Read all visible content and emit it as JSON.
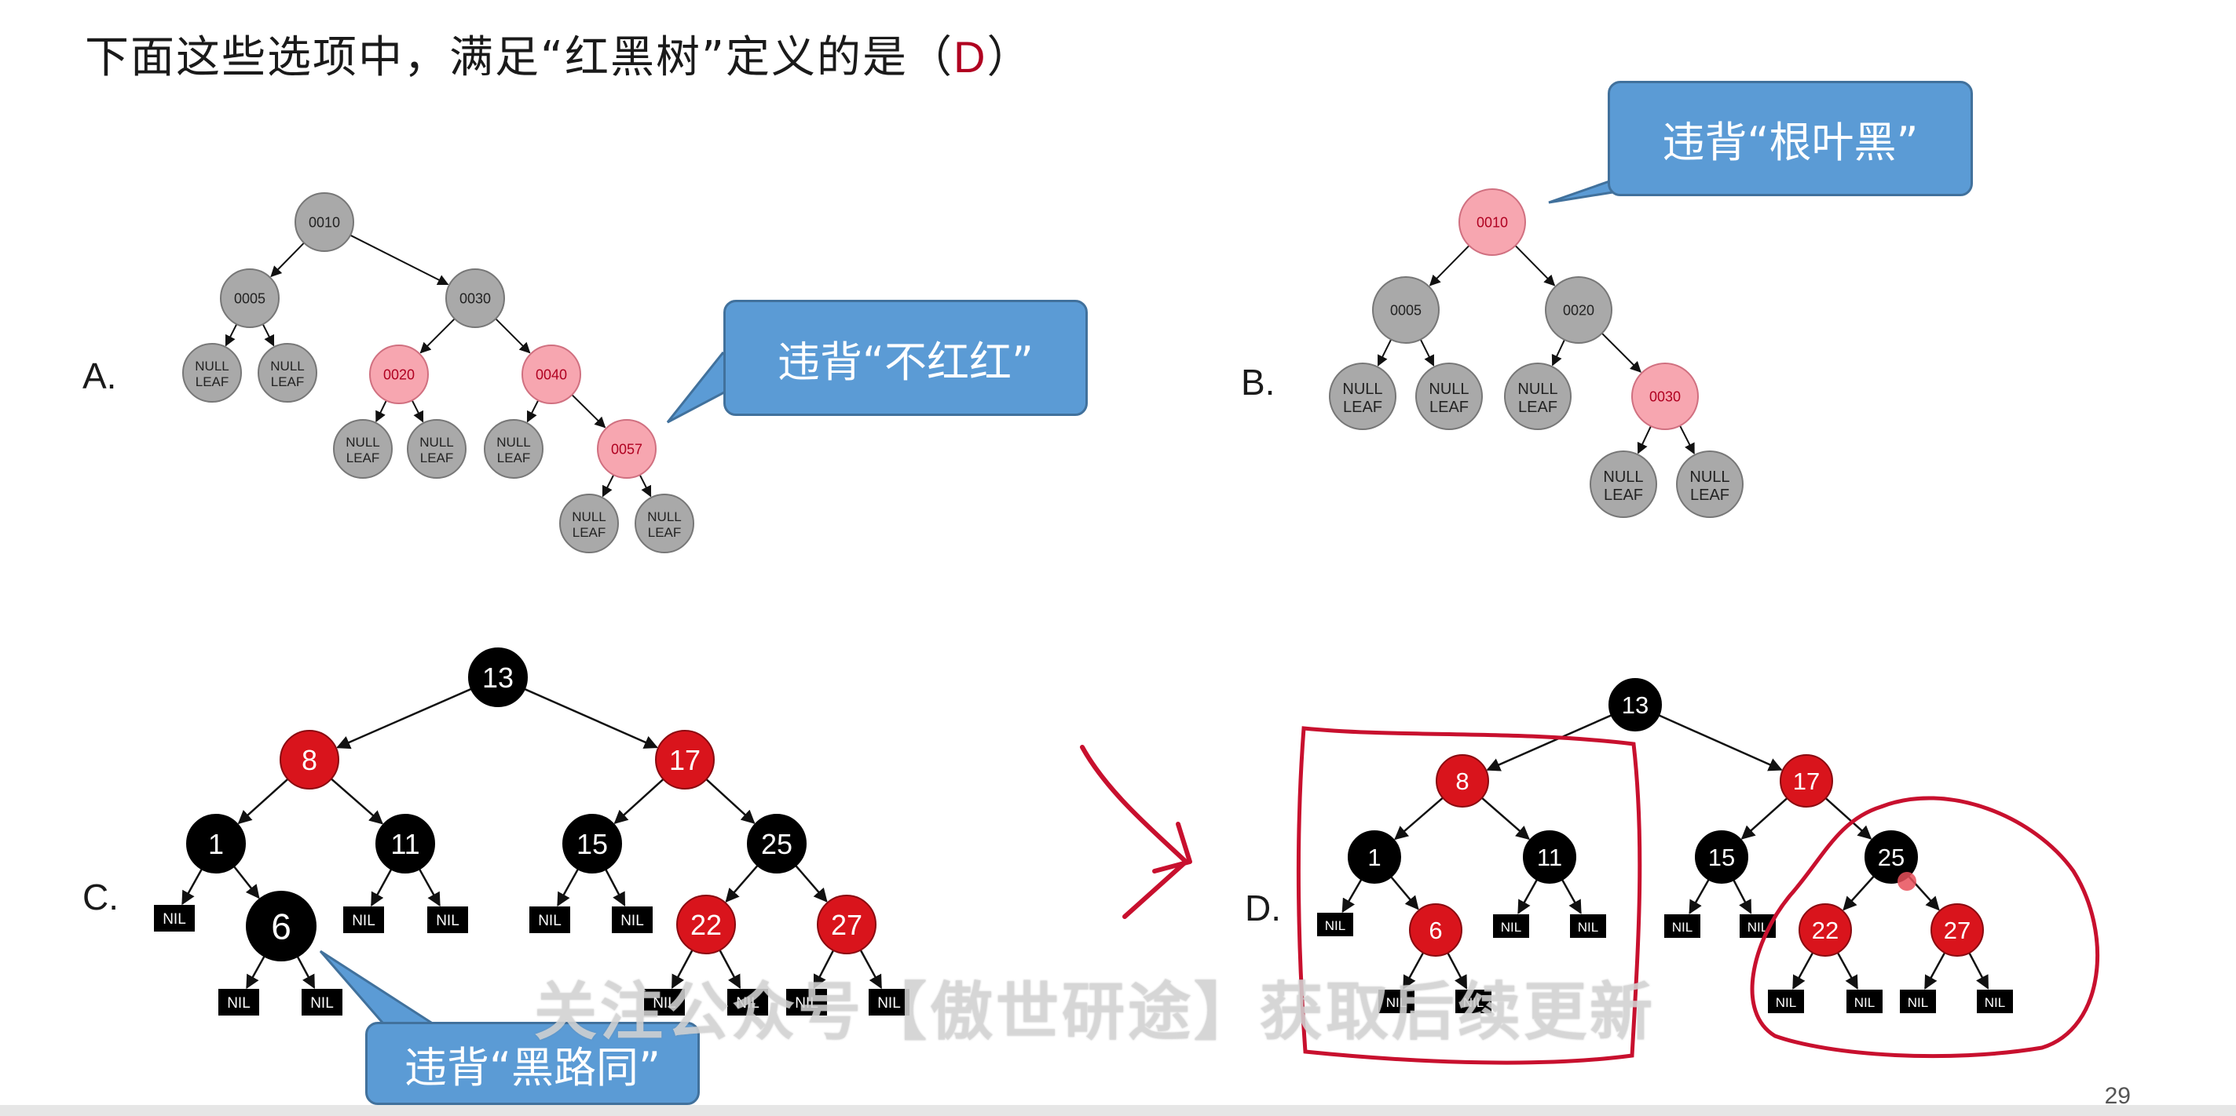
{
  "question": {
    "prefix": "下面这些选项中，满足“红黑树”定义的是（",
    "answer": "D",
    "suffix": "）"
  },
  "options": {
    "a_label": "A.",
    "b_label": "B.",
    "c_label": "C.",
    "d_label": "D."
  },
  "callouts": {
    "a": "违背“不红红”",
    "b": "违背“根叶黑”",
    "c": "违背“黑路同”"
  },
  "tree_a": {
    "nodes": [
      {
        "id": "a_n0010",
        "text": "0010",
        "color": "grey"
      },
      {
        "id": "a_n0005",
        "text": "0005",
        "color": "grey"
      },
      {
        "id": "a_n0030",
        "text": "0030",
        "color": "grey"
      },
      {
        "id": "a_l1",
        "text": "NULL LEAF",
        "color": "grey"
      },
      {
        "id": "a_l2",
        "text": "NULL LEAF",
        "color": "grey"
      },
      {
        "id": "a_n0020",
        "text": "0020",
        "color": "pink"
      },
      {
        "id": "a_n0040",
        "text": "0040",
        "color": "pink"
      },
      {
        "id": "a_l3",
        "text": "NULL LEAF",
        "color": "grey"
      },
      {
        "id": "a_l4",
        "text": "NULL LEAF",
        "color": "grey"
      },
      {
        "id": "a_l5",
        "text": "NULL LEAF",
        "color": "grey"
      },
      {
        "id": "a_n0057",
        "text": "0057",
        "color": "pink"
      },
      {
        "id": "a_l6",
        "text": "NULL LEAF",
        "color": "grey"
      },
      {
        "id": "a_l7",
        "text": "NULL LEAF",
        "color": "grey"
      }
    ],
    "edges": [
      [
        "a_n0010",
        "a_n0005"
      ],
      [
        "a_n0010",
        "a_n0030"
      ],
      [
        "a_n0005",
        "a_l1"
      ],
      [
        "a_n0005",
        "a_l2"
      ],
      [
        "a_n0030",
        "a_n0020"
      ],
      [
        "a_n0030",
        "a_n0040"
      ],
      [
        "a_n0020",
        "a_l3"
      ],
      [
        "a_n0020",
        "a_l4"
      ],
      [
        "a_n0040",
        "a_l5"
      ],
      [
        "a_n0040",
        "a_n0057"
      ],
      [
        "a_n0057",
        "a_l6"
      ],
      [
        "a_n0057",
        "a_l7"
      ]
    ]
  },
  "tree_b": {
    "nodes": [
      {
        "id": "b_n0010",
        "text": "0010",
        "color": "pink"
      },
      {
        "id": "b_n0005",
        "text": "0005",
        "color": "grey"
      },
      {
        "id": "b_n0020",
        "text": "0020",
        "color": "grey"
      },
      {
        "id": "b_l1",
        "text": "NULL LEAF",
        "color": "grey"
      },
      {
        "id": "b_l2",
        "text": "NULL LEAF",
        "color": "grey"
      },
      {
        "id": "b_l3",
        "text": "NULL LEAF",
        "color": "grey"
      },
      {
        "id": "b_n0030",
        "text": "0030",
        "color": "pink"
      },
      {
        "id": "b_l4",
        "text": "NULL LEAF",
        "color": "grey"
      },
      {
        "id": "b_l5",
        "text": "NULL LEAF",
        "color": "grey"
      }
    ],
    "edges": [
      [
        "b_n0010",
        "b_n0005"
      ],
      [
        "b_n0010",
        "b_n0020"
      ],
      [
        "b_n0005",
        "b_l1"
      ],
      [
        "b_n0005",
        "b_l2"
      ],
      [
        "b_n0020",
        "b_l3"
      ],
      [
        "b_n0020",
        "b_n0030"
      ],
      [
        "b_n0030",
        "b_l4"
      ],
      [
        "b_n0030",
        "b_l5"
      ]
    ]
  },
  "tree_c": {
    "nodes": [
      {
        "id": "c_13",
        "text": "13",
        "color": "black"
      },
      {
        "id": "c_8",
        "text": "8",
        "color": "red"
      },
      {
        "id": "c_17",
        "text": "17",
        "color": "red"
      },
      {
        "id": "c_1",
        "text": "1",
        "color": "black"
      },
      {
        "id": "c_11",
        "text": "11",
        "color": "black"
      },
      {
        "id": "c_15",
        "text": "15",
        "color": "black"
      },
      {
        "id": "c_25",
        "text": "25",
        "color": "black"
      },
      {
        "id": "c_nil1",
        "text": "NIL",
        "color": "nil"
      },
      {
        "id": "c_6",
        "text": "6",
        "color": "black"
      },
      {
        "id": "c_nil2",
        "text": "NIL",
        "color": "nil"
      },
      {
        "id": "c_nil3",
        "text": "NIL",
        "color": "nil"
      },
      {
        "id": "c_nil4",
        "text": "NIL",
        "color": "nil"
      },
      {
        "id": "c_nil5",
        "text": "NIL",
        "color": "nil"
      },
      {
        "id": "c_22",
        "text": "22",
        "color": "red"
      },
      {
        "id": "c_27",
        "text": "27",
        "color": "red"
      },
      {
        "id": "c_nil6",
        "text": "NIL",
        "color": "nil"
      },
      {
        "id": "c_nil7",
        "text": "NIL",
        "color": "nil"
      },
      {
        "id": "c_nil8",
        "text": "NIL",
        "color": "nil"
      },
      {
        "id": "c_nil9",
        "text": "NIL",
        "color": "nil"
      },
      {
        "id": "c_nil10",
        "text": "NIL",
        "color": "nil"
      },
      {
        "id": "c_nil11",
        "text": "NIL",
        "color": "nil"
      }
    ],
    "edges": [
      [
        "c_13",
        "c_8"
      ],
      [
        "c_13",
        "c_17"
      ],
      [
        "c_8",
        "c_1"
      ],
      [
        "c_8",
        "c_11"
      ],
      [
        "c_17",
        "c_15"
      ],
      [
        "c_17",
        "c_25"
      ],
      [
        "c_1",
        "c_nil1"
      ],
      [
        "c_1",
        "c_6"
      ],
      [
        "c_11",
        "c_nil2"
      ],
      [
        "c_11",
        "c_nil3"
      ],
      [
        "c_15",
        "c_nil4"
      ],
      [
        "c_15",
        "c_nil5"
      ],
      [
        "c_25",
        "c_22"
      ],
      [
        "c_25",
        "c_27"
      ],
      [
        "c_6",
        "c_nil6"
      ],
      [
        "c_6",
        "c_nil7"
      ],
      [
        "c_22",
        "c_nil8"
      ],
      [
        "c_22",
        "c_nil9"
      ],
      [
        "c_27",
        "c_nil10"
      ],
      [
        "c_27",
        "c_nil11"
      ]
    ]
  },
  "tree_d": {
    "nodes": [
      {
        "id": "d_13",
        "text": "13",
        "color": "black"
      },
      {
        "id": "d_8",
        "text": "8",
        "color": "red"
      },
      {
        "id": "d_17",
        "text": "17",
        "color": "red"
      },
      {
        "id": "d_1",
        "text": "1",
        "color": "black"
      },
      {
        "id": "d_11",
        "text": "11",
        "color": "black"
      },
      {
        "id": "d_15",
        "text": "15",
        "color": "black"
      },
      {
        "id": "d_25",
        "text": "25",
        "color": "black"
      },
      {
        "id": "d_nil1",
        "text": "NIL",
        "color": "nil"
      },
      {
        "id": "d_6",
        "text": "6",
        "color": "red"
      },
      {
        "id": "d_nil2",
        "text": "NIL",
        "color": "nil"
      },
      {
        "id": "d_nil3",
        "text": "NIL",
        "color": "nil"
      },
      {
        "id": "d_nil4",
        "text": "NIL",
        "color": "nil"
      },
      {
        "id": "d_nil5",
        "text": "NIL",
        "color": "nil"
      },
      {
        "id": "d_22",
        "text": "22",
        "color": "red"
      },
      {
        "id": "d_27",
        "text": "27",
        "color": "red"
      },
      {
        "id": "d_nil6",
        "text": "NIL",
        "color": "nil"
      },
      {
        "id": "d_nil7",
        "text": "NIL",
        "color": "nil"
      },
      {
        "id": "d_nil8",
        "text": "NIL",
        "color": "nil"
      },
      {
        "id": "d_nil9",
        "text": "NIL",
        "color": "nil"
      },
      {
        "id": "d_nil10",
        "text": "NIL",
        "color": "nil"
      },
      {
        "id": "d_nil11",
        "text": "NIL",
        "color": "nil"
      }
    ],
    "edges": [
      [
        "d_13",
        "d_8"
      ],
      [
        "d_13",
        "d_17"
      ],
      [
        "d_8",
        "d_1"
      ],
      [
        "d_8",
        "d_11"
      ],
      [
        "d_17",
        "d_15"
      ],
      [
        "d_17",
        "d_25"
      ],
      [
        "d_1",
        "d_nil1"
      ],
      [
        "d_1",
        "d_6"
      ],
      [
        "d_11",
        "d_nil2"
      ],
      [
        "d_11",
        "d_nil3"
      ],
      [
        "d_15",
        "d_nil4"
      ],
      [
        "d_15",
        "d_nil5"
      ],
      [
        "d_25",
        "d_22"
      ],
      [
        "d_25",
        "d_27"
      ],
      [
        "d_6",
        "d_nil6"
      ],
      [
        "d_6",
        "d_nil7"
      ],
      [
        "d_22",
        "d_nil8"
      ],
      [
        "d_22",
        "d_nil9"
      ],
      [
        "d_27",
        "d_nil10"
      ],
      [
        "d_27",
        "d_nil11"
      ]
    ]
  },
  "colors": {
    "grey_node": "#a9a9a9",
    "pink_node": "#f7a6b0",
    "red_node": "#d9141c",
    "black_node": "#000000",
    "callout_fill": "#5b9bd5",
    "annotation_ink": "#c8102e",
    "answer_text": "#b00020"
  },
  "watermark": "关注公众号【傲世研途】获取后续更新",
  "page_number": "29"
}
